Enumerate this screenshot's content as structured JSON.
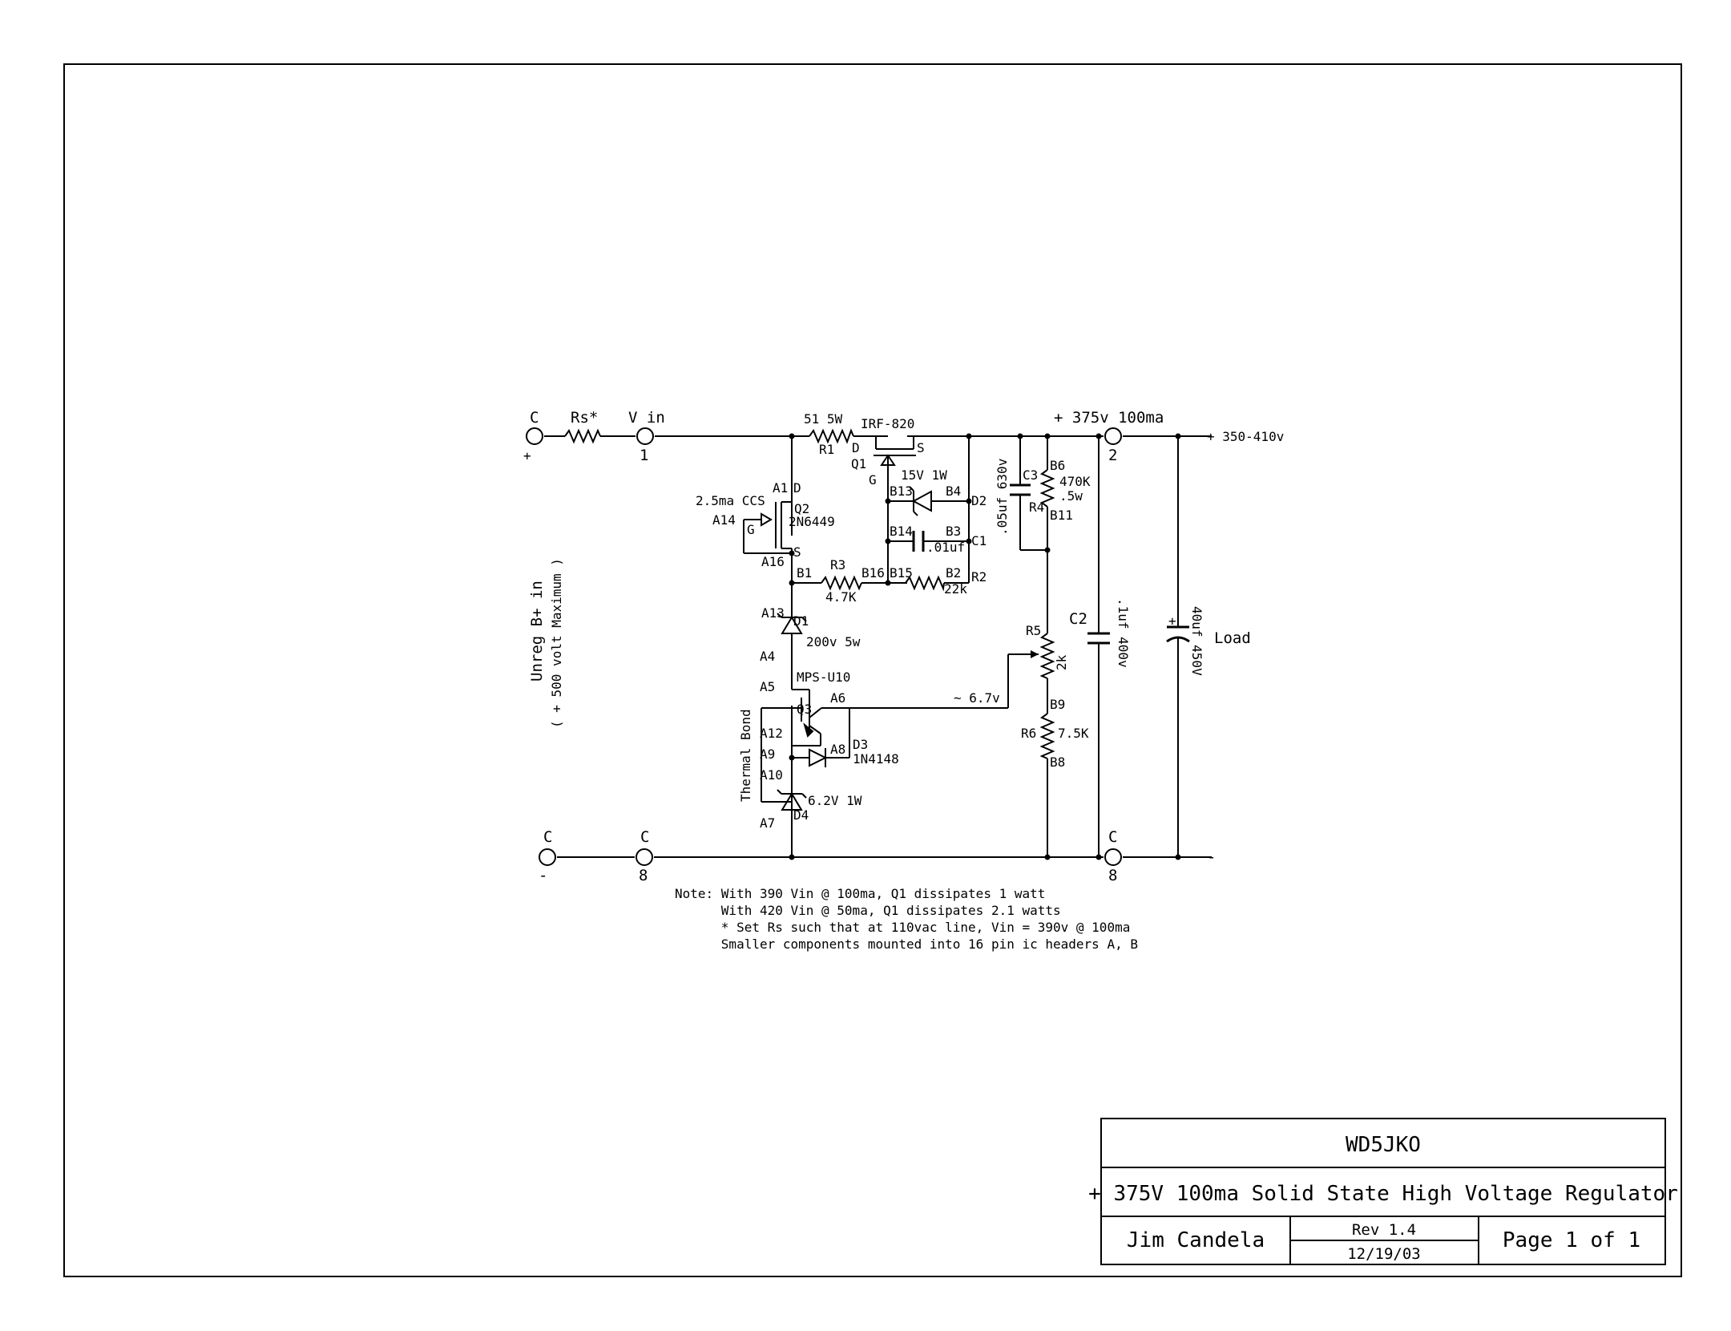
{
  "schematic": {
    "input": {
      "pos_terminal": "C",
      "pos_sign": "+",
      "neg_terminal": "C",
      "neg_sign": "-",
      "rs_label": "Rs*",
      "vin_label": "V in",
      "vin_pin": "1",
      "gnd_terminal": "C",
      "gnd_pin": "8",
      "side_label_1": "Unreg B+ in",
      "side_label_2": "( + 500 volt Maximum )"
    },
    "output": {
      "label": "+ 375v 100ma",
      "pin": "2",
      "range": "+ 350-410v",
      "gnd_terminal": "C",
      "gnd_pin": "8",
      "minus": "-",
      "load": "Load"
    },
    "labels": {
      "r1_value": "51 5W",
      "r1_name": "R1",
      "q1_type": "IRF-820",
      "q1_name": "Q1",
      "q1_d": "D",
      "q1_s": "S",
      "q1_g": "G",
      "zener_15v": "15V 1W",
      "b13": "B13",
      "b4": "B4",
      "d2": "D2",
      "b14": "B14",
      "b3": "B3",
      "c1_value": ".01uf",
      "c1_name": "C1",
      "b15": "B15",
      "b2": "B2",
      "r2_value": "22k",
      "r2_name": "R2",
      "b16": "B16",
      "r3_name": "R3",
      "r3_value": "4.7K",
      "b1": "B1",
      "a1": "A1",
      "q2_d": "D",
      "ccs": "2.5ma CCS",
      "q2_name": "Q2",
      "q2_type": "2N6449",
      "a14": "A14",
      "q2_g": "G",
      "q2_s": "S",
      "a16": "A16",
      "a13": "A13",
      "d1_name": "D1",
      "d1_value": "200v 5w",
      "a4": "A4",
      "q3_type": "MPS-U10",
      "a5": "A5",
      "q3_name": "Q3",
      "a6": "A6",
      "a12": "A12",
      "a9": "A9",
      "a8": "A8",
      "d3_name": "D3",
      "d3_type": "1N4148",
      "a10": "A10",
      "d4_value": "6.2V 1W",
      "d4_name": "D4",
      "a7": "A7",
      "thermal": "Thermal Bond",
      "approx": "~ 6.7v",
      "c3_name": "C3",
      "c3_value": ".05uf 630v",
      "b6": "B6",
      "r4_value": "470K",
      "r4_watt": ".5w",
      "r4_name": "R4",
      "b11": "B11",
      "r5_name": "R5",
      "r5_value": "2k",
      "b9": "B9",
      "r6_name": "R6",
      "r6_value": "7.5K",
      "b8": "B8",
      "c2_name": "C2",
      "c2_value": ".1uf 400v",
      "cout_value": "40uf 450V",
      "cout_plus": "+"
    },
    "notes": [
      "Note: With 390 Vin @ 100ma, Q1 dissipates 1 watt",
      "      With 420 Vin @ 50ma, Q1 dissipates 2.1 watts",
      "      * Set Rs such that at 110vac line, Vin = 390v @ 100ma",
      "      Smaller components mounted into 16 pin ic headers A, B"
    ]
  },
  "title_block": {
    "company": "WD5JKO",
    "title": "+ 375V 100ma Solid State High Voltage Regulator",
    "author": "Jim Candela",
    "rev": "Rev 1.4",
    "date": "12/19/03",
    "page": "Page 1 of 1"
  }
}
